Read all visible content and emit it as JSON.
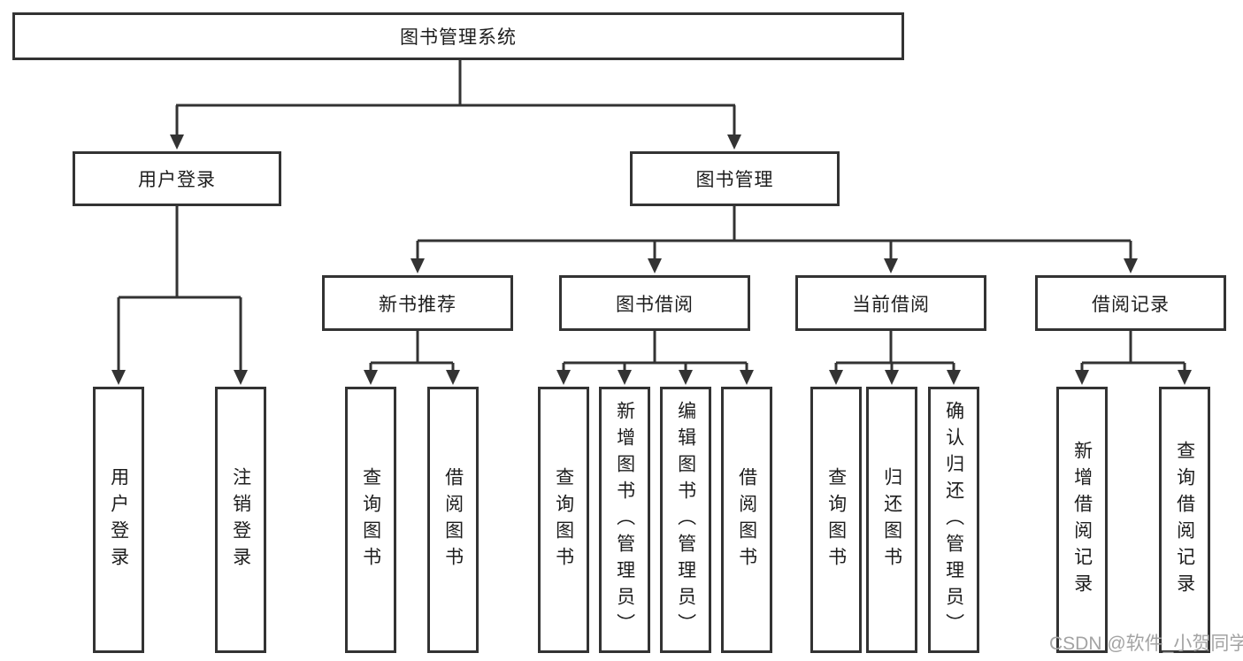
{
  "diagram": {
    "type": "hierarchy-chart",
    "root": {
      "label": "图书管理系统"
    },
    "level2": [
      {
        "label": "用户登录",
        "parent": "图书管理系统"
      },
      {
        "label": "图书管理",
        "parent": "图书管理系统"
      }
    ],
    "level3": [
      {
        "label": "新书推荐",
        "parent": "图书管理"
      },
      {
        "label": "图书借阅",
        "parent": "图书管理"
      },
      {
        "label": "当前借阅",
        "parent": "图书管理"
      },
      {
        "label": "借阅记录",
        "parent": "图书管理"
      }
    ],
    "leaves": [
      {
        "label": "用户登录",
        "parent": "用户登录"
      },
      {
        "label": "注销登录",
        "parent": "用户登录"
      },
      {
        "label": "查询图书",
        "parent": "新书推荐"
      },
      {
        "label": "借阅图书",
        "parent": "新书推荐"
      },
      {
        "label": "查询图书",
        "parent": "图书借阅"
      },
      {
        "label": "新增图书（管理员）",
        "parent": "图书借阅"
      },
      {
        "label": "编辑图书（管理员）",
        "parent": "图书借阅"
      },
      {
        "label": "借阅图书",
        "parent": "图书借阅"
      },
      {
        "label": "查询图书",
        "parent": "当前借阅"
      },
      {
        "label": "归还图书",
        "parent": "当前借阅"
      },
      {
        "label": "确认归还（管理员）",
        "parent": "当前借阅"
      },
      {
        "label": "新增借阅记录",
        "parent": "借阅记录"
      },
      {
        "label": "查询借阅记录",
        "parent": "借阅记录"
      }
    ],
    "watermark": "CSDN @软件_小贺同学",
    "colors": {
      "line": "#333333",
      "text": "#1d1d1d",
      "watermark": "#a3a3a3",
      "background": "#ffffff"
    }
  }
}
